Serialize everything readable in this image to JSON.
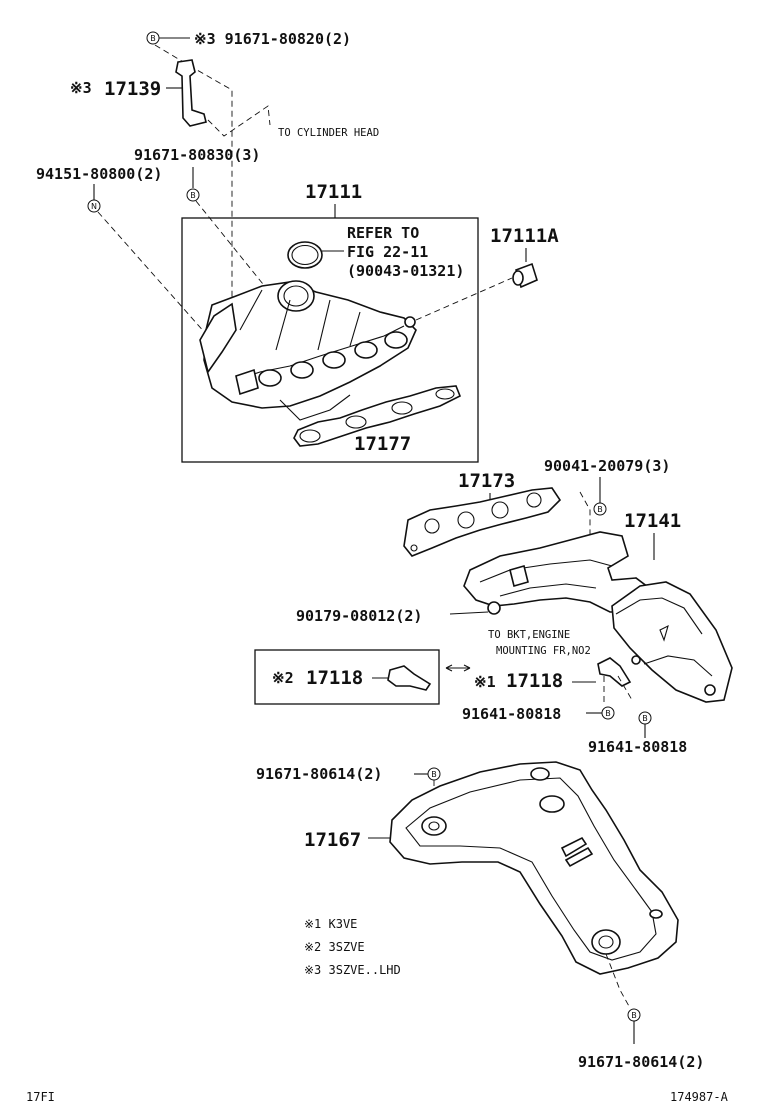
{
  "labels": {
    "bolt_top": "※3  91671-80820(2)",
    "stay_17139_mark": "※3",
    "stay_17139_num": "17139",
    "to_cylinder_head": "TO CYLINDER HEAD",
    "bolt_80830": "91671-80830(3)",
    "nut_94151": "94151-80800(2)",
    "manifold_17111": "17111",
    "refer_line1": "REFER TO",
    "refer_line2": "FIG 22-11",
    "refer_line3": "(90043-01321)",
    "part_17111A": "17111A",
    "gasket_17177": "17177",
    "gasket_17173": "17173",
    "bolt_90041": "90041-20079(3)",
    "exhaust_17141": "17141",
    "nut_90179": "90179-08012(2)",
    "to_bkt_line1": "TO BKT,ENGINE",
    "to_bkt_line2": "MOUNTING FR,NO2",
    "box_17118_mark": "※2",
    "box_17118_num": "17118",
    "right_17118_mark": "※1",
    "right_17118_num": "17118",
    "bolt_91641_a": "91641-80818",
    "bolt_91641_b": "91641-80818",
    "bolt_80614_top": "91671-80614(2)",
    "shield_17167": "17167",
    "bolt_80614_bottom": "91671-80614(2)",
    "legend_1": "※1  K3VE",
    "legend_2": "※2  3SZVE",
    "legend_3": "※3  3SZVE..LHD",
    "footer_left": "17FI",
    "footer_right": "174987-A"
  },
  "callouts": {
    "bolt": "B",
    "nut": "N"
  }
}
